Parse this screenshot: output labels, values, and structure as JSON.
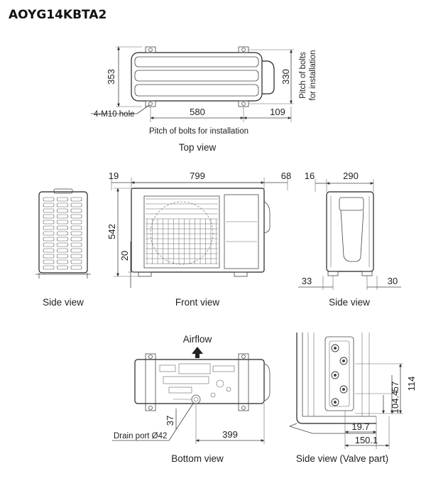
{
  "model": "AOYG14KBTA2",
  "views": {
    "top": "Top view",
    "side_left": "Side view",
    "front": "Front view",
    "side_right": "Side view",
    "bottom": "Bottom view",
    "side_valve": "Side view (Valve part)"
  },
  "labels": {
    "bolt_hole": "4-M10 hole",
    "pitch_bolts": "Pitch of bolts for installation",
    "pitch_bolts_line1": "Pitch of bolts",
    "pitch_bolts_line2": "for installation",
    "airflow": "Airflow",
    "drain_port": "Drain port Ø42"
  },
  "dimensions": {
    "top_depth": "353",
    "top_pitch_depth": "330",
    "top_pitch_width": "580",
    "top_offset": "109",
    "front_left": "19",
    "front_width": "799",
    "front_right": "68",
    "front_height": "542",
    "front_foot": "20",
    "side_left_offset": "16",
    "side_depth": "290",
    "side_foot_left": "33",
    "side_foot_right": "30",
    "bottom_drain_y": "37",
    "bottom_drain_x": "399",
    "valve_h1": "114",
    "valve_h2": "104.4",
    "valve_h3": "57",
    "valve_w1": "19.7",
    "valve_w2": "150.1"
  }
}
